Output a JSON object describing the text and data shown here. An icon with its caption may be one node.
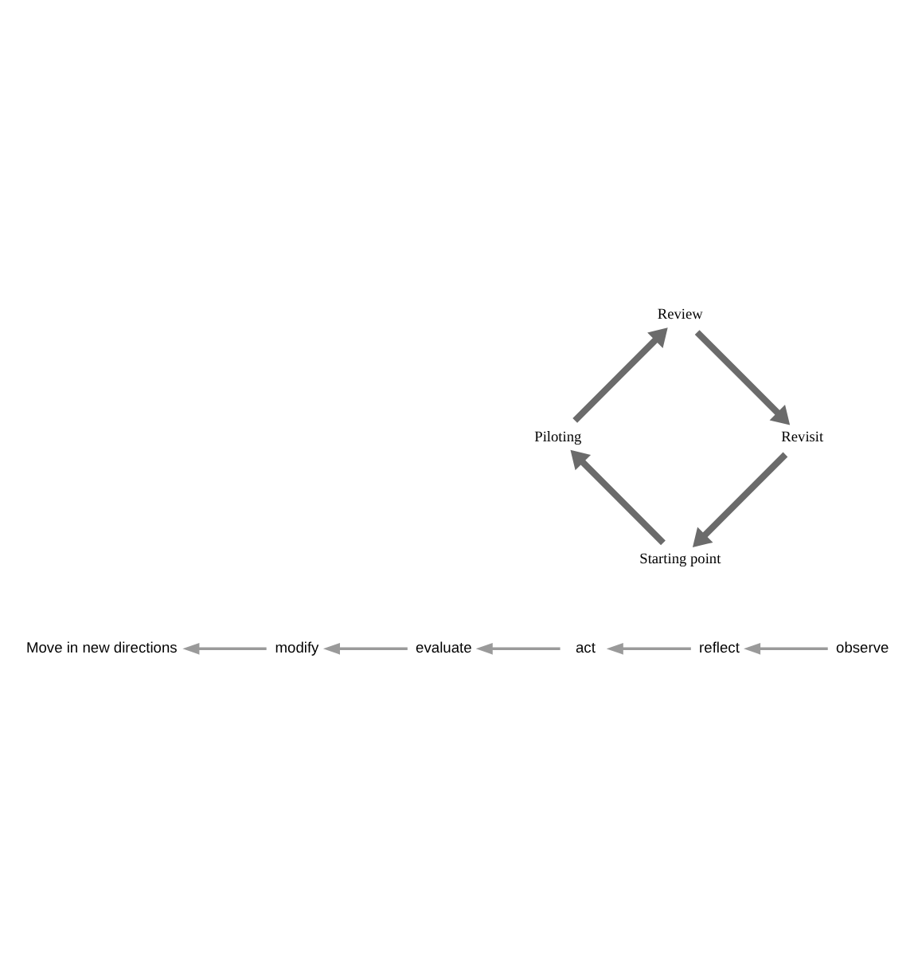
{
  "diagram": {
    "nodes": [
      {
        "text": [
          "Move in new directions"
        ]
      },
      {
        "text": [
          "observe"
        ]
      },
      {
        "text": [
          "reflect"
        ]
      },
      {
        "text": [
          "act"
        ]
      },
      {
        "text": [
          "evaluate"
        ]
      },
      {
        "text": [
          "modify"
        ]
      },
      {
        "text": [
          "Starting point"
        ]
      },
      {
        "text": [
          "Piloting"
        ]
      },
      {
        "text": [
          "Review"
        ]
      },
      {
        "text": [
          "Revisit"
        ]
      }
    ],
    "edges": [
      {
        "from": 1,
        "to": 2,
        "arrow": "to"
      },
      {
        "from": 2,
        "to": 3,
        "arrow": "to"
      },
      {
        "from": 3,
        "to": 4,
        "arrow": "to"
      },
      {
        "from": 4,
        "to": 5,
        "arrow": "to"
      },
      {
        "from": 5,
        "to": 0,
        "arrow": "to"
      },
      {
        "from": 9,
        "to": 6,
        "arrow": "to",
        "style": "thick",
        "color": "#6b6b6b"
      },
      {
        "from": 6,
        "to": 7,
        "arrow": "to",
        "style": "thick",
        "color": "#6b6b6b"
      },
      {
        "from": 7,
        "to": 8,
        "arrow": "to",
        "style": "thick",
        "color": "#6b6b6b"
      },
      {
        "from": 8,
        "to": 9,
        "arrow": "to",
        "style": "thick",
        "color": "#6b6b6b"
      }
    ]
  }
}
